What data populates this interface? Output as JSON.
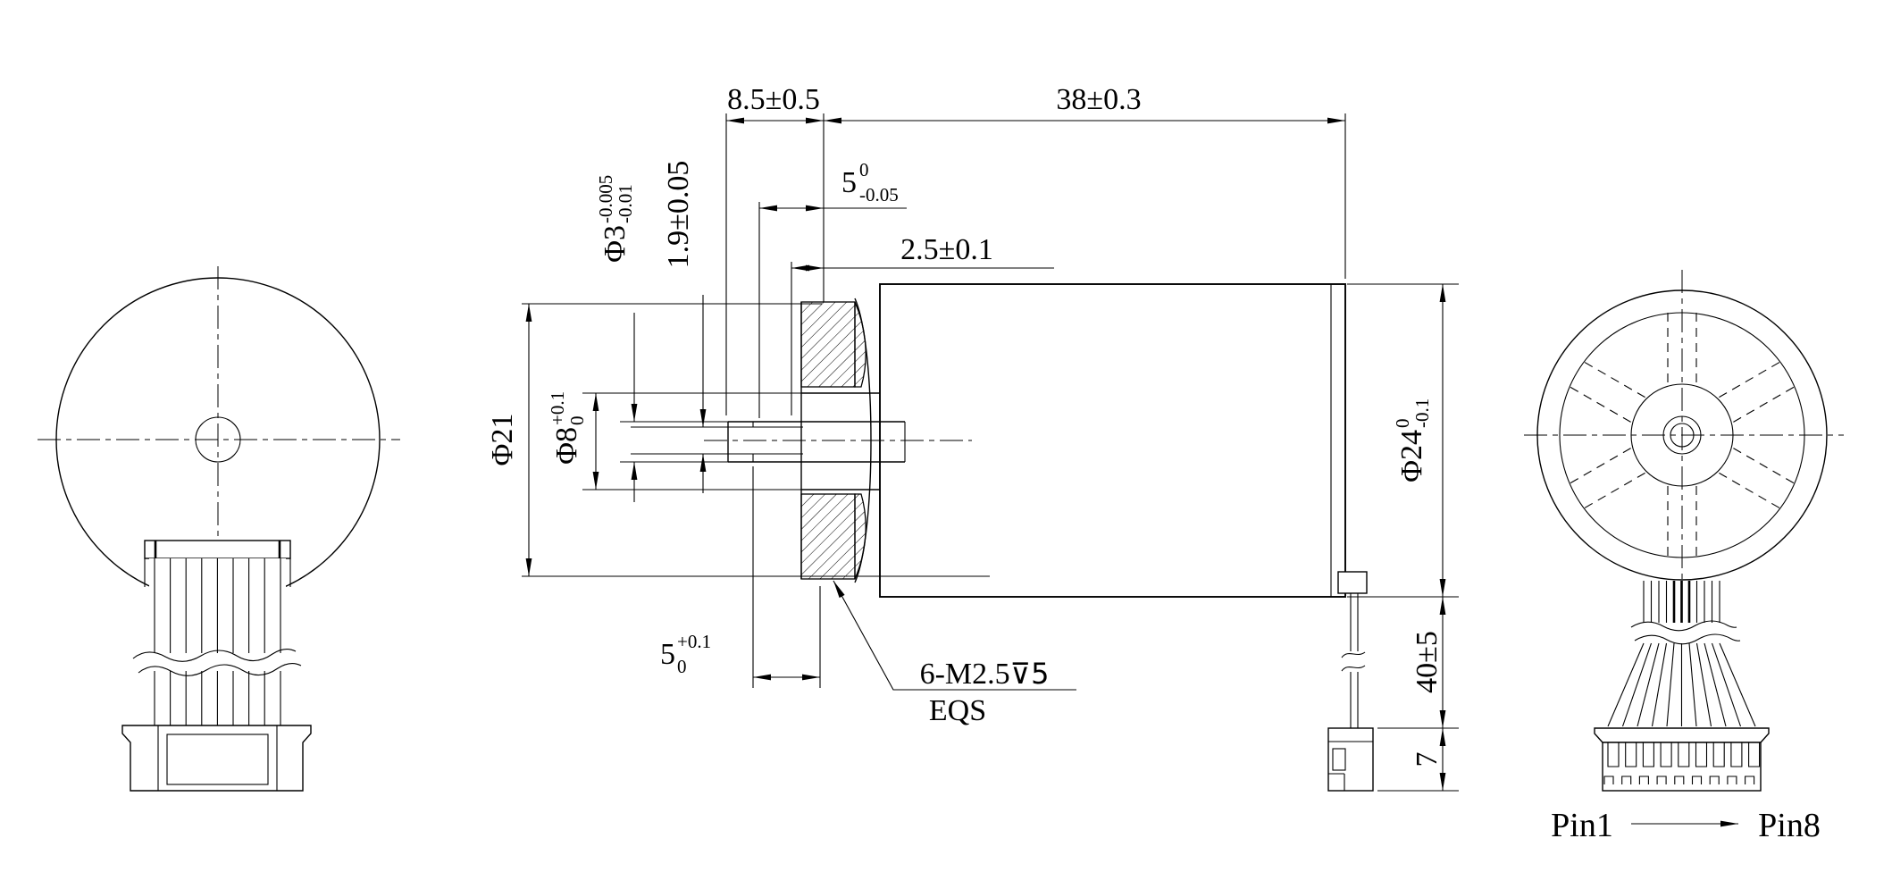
{
  "dims": {
    "shaft_ext": "8.5±0.5",
    "body_len": "38±0.3",
    "d5_main": "5",
    "d5_sup": "0",
    "d5_sub": "-0.05",
    "d25": "2.5±0.1",
    "d3_main": "Φ3",
    "d3_sup": "-0.005",
    "d3_sub": "-0.01",
    "d19": "1.9±0.05",
    "d21": "Φ21",
    "d8_main": "Φ8",
    "d8_sup": "+0.1",
    "d8_sub": "0",
    "d24_main": "Φ24",
    "d24_sup": "0",
    "d24_sub": "-0.1",
    "d5b_main": "5",
    "d5b_sup": "+0.1",
    "d5b_sub": "0",
    "lead_len": "40±5",
    "conn_h": "7"
  },
  "notes": {
    "thread": "6-M2.5",
    "depth": "⊽5",
    "eqs": "EQS"
  },
  "pins": {
    "first": "Pin1",
    "last": "Pin8"
  },
  "colors": {
    "ink": "#000000",
    "background": "#ffffff"
  }
}
